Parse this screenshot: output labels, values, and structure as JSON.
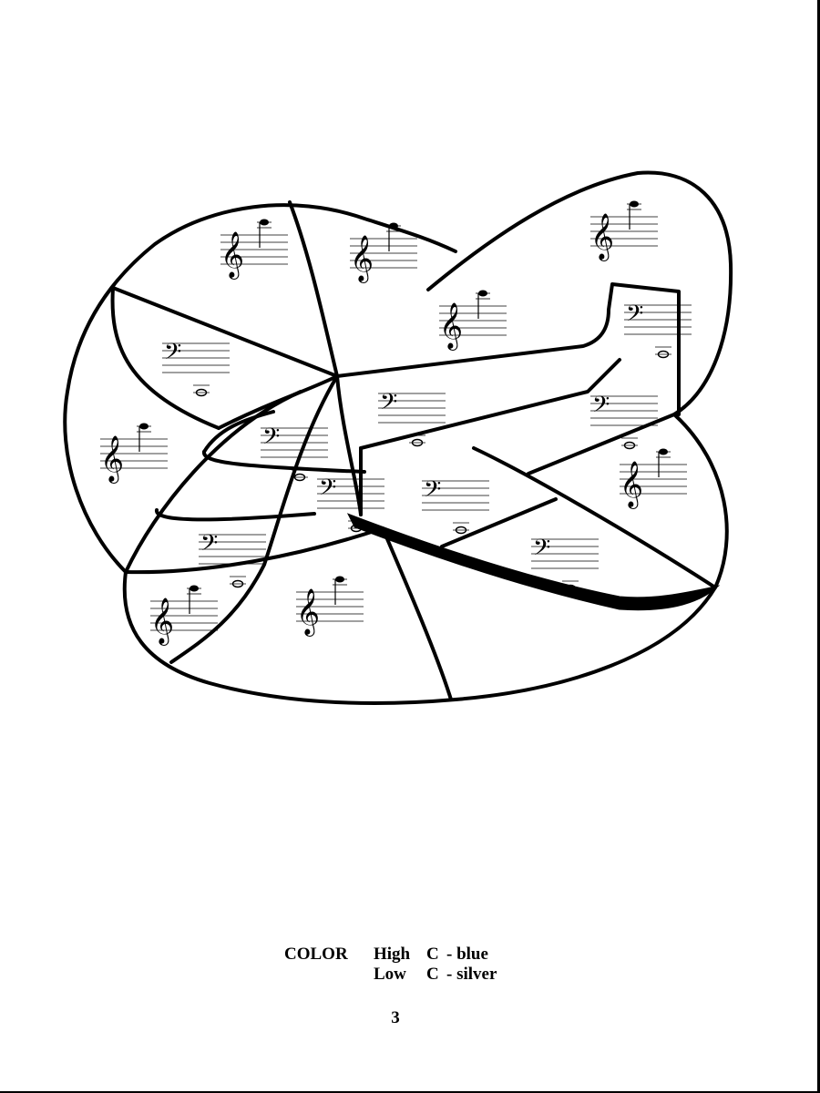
{
  "legend": {
    "heading": "COLOR",
    "rows": [
      {
        "level": "High",
        "note": "C",
        "color_text": "- blue",
        "color": "#1f4fd8"
      },
      {
        "level": "Low",
        "note": "C",
        "color_text": "- silver",
        "color": "#c0c0c0"
      }
    ]
  },
  "page_number": "3",
  "regions": [
    {
      "clef": "treble",
      "pitch": "high-c"
    },
    {
      "clef": "treble",
      "pitch": "high-c"
    },
    {
      "clef": "treble",
      "pitch": "high-c"
    },
    {
      "clef": "treble",
      "pitch": "high-c"
    },
    {
      "clef": "bass",
      "pitch": "low-c"
    },
    {
      "clef": "bass",
      "pitch": "low-c"
    },
    {
      "clef": "bass",
      "pitch": "low-c"
    },
    {
      "clef": "bass",
      "pitch": "low-c"
    },
    {
      "clef": "bass",
      "pitch": "low-c"
    },
    {
      "clef": "bass",
      "pitch": "low-c"
    },
    {
      "clef": "treble",
      "pitch": "high-c"
    },
    {
      "clef": "bass",
      "pitch": "low-c"
    },
    {
      "clef": "bass",
      "pitch": "low-c"
    },
    {
      "clef": "bass",
      "pitch": "low-c"
    },
    {
      "clef": "treble",
      "pitch": "high-c"
    },
    {
      "clef": "treble",
      "pitch": "high-c"
    },
    {
      "clef": "treble",
      "pitch": "high-c"
    }
  ]
}
